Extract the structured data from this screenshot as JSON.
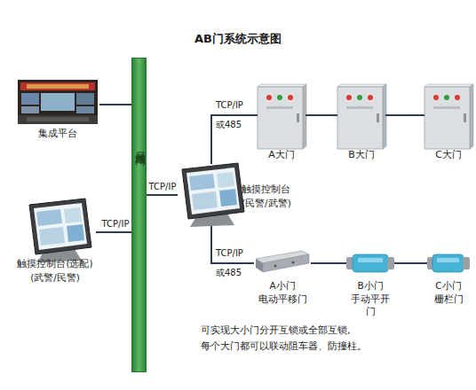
{
  "diagram": {
    "title": "AB门系统示意图",
    "nodes": [
      {
        "text": [
          "集成平台"
        ]
      },
      {
        "text": [
          "局域网"
        ]
      },
      {
        "text": [
          "A大门"
        ]
      },
      {
        "text": [
          "B大门"
        ]
      },
      {
        "text": [
          "C大门"
        ]
      },
      {
        "text": [
          "触摸控制台",
          "(民警/武警)"
        ]
      },
      {
        "text": [
          "触摸控制台(选配)",
          "(武警/民警)"
        ]
      },
      {
        "text": [
          "A小门",
          "电动平移门"
        ]
      },
      {
        "text": [
          "B小门",
          "手动平开门"
        ]
      },
      {
        "text": [
          "C小门",
          "栅栏门"
        ]
      }
    ],
    "edges": [
      {
        "from": 0,
        "to": 1,
        "arrow": "none"
      },
      {
        "from": 1,
        "to": 5,
        "label": "TCP/IP",
        "arrow": "none"
      },
      {
        "from": 6,
        "to": 1,
        "label": "TCP/IP",
        "arrow": "none"
      },
      {
        "from": 5,
        "to": 2,
        "label": "TCP/IP 或485",
        "arrow": "none"
      },
      {
        "from": 2,
        "to": 3,
        "arrow": "none"
      },
      {
        "from": 3,
        "to": 4,
        "arrow": "none"
      },
      {
        "from": 5,
        "to": 7,
        "label": "TCP/IP 或485",
        "arrow": "none"
      },
      {
        "from": 7,
        "to": 8,
        "arrow": "none"
      },
      {
        "from": 8,
        "to": 9,
        "arrow": "none"
      }
    ],
    "labels": [
      "可实现大小门分开互锁或全部互锁,",
      "每个大门都可以联动阻车器、防撞柱。"
    ]
  }
}
